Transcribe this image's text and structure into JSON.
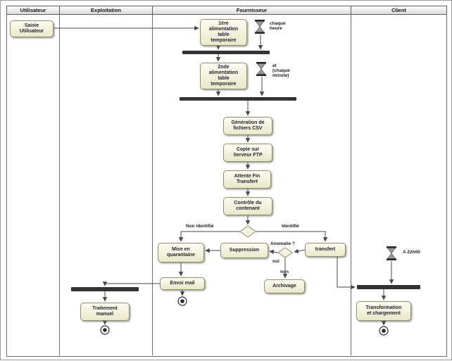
{
  "diagram": {
    "lanes": {
      "utilisateur": "Utilisateur",
      "exploitation": "Exploitation",
      "fournisseur": "Fournisseur",
      "client": "Client"
    },
    "activities": {
      "saisie": "Saisie\nUtilisateur",
      "alim1": "1ère\nalimentation\ntable\ntemporaire",
      "alim2": "2nde\nalimentation\ntable\ntemporaire",
      "generation_csv": "Génération de\nfichiers CSV",
      "copie_ftp": "Copie sur\nServeur FTP",
      "attente_fin": "Attente Fin\nTransfert",
      "controle": "Contrôle du\ncontenant",
      "quarantaine": "Mise en\nquarantaine",
      "suppression": "Suppression",
      "transfert": "transfert",
      "archivage": "Archivage",
      "envoi_mail": "Envoi mail",
      "traitement_manuel": "Traitement\nmanuel",
      "transformation": "Transformation\net chargement"
    },
    "timers": {
      "chaque_heure": "chaque\nheure",
      "chaque_minute": "at\n(chaque\nminute)",
      "a_22h00": "A 22h00"
    },
    "edge_labels": {
      "non_identifie": "Non identifié",
      "identifie": "Identifié",
      "anomalie": "Anomalie ?",
      "oui": "oui",
      "non": "non"
    },
    "colors": {
      "node_fill_top": "#fdfdf2",
      "node_fill_bottom": "#e8e8ca",
      "node_border": "#8f8f6b",
      "sync_bar": "#333333",
      "edge": "#4a4a4a"
    }
  }
}
